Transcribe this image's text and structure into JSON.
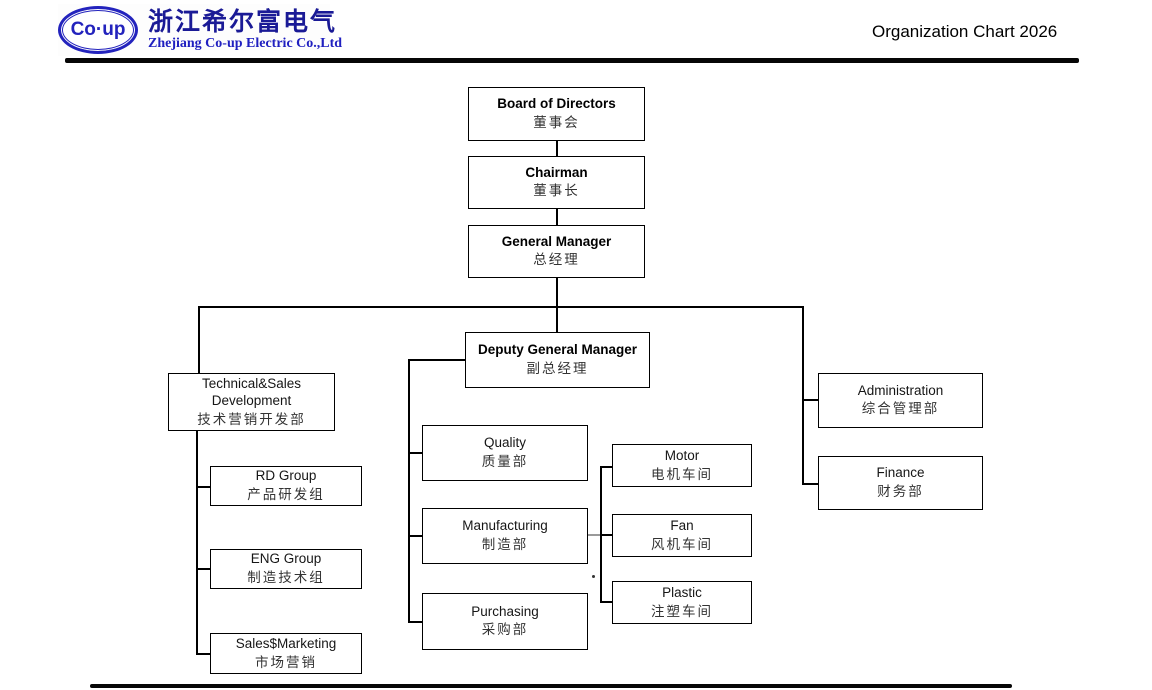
{
  "header": {
    "logo": {
      "mark_text": "Co·up",
      "company_cn": "浙江希尔富电气",
      "company_en": "Zhejiang Co-up Electric Co.,Ltd"
    },
    "title": "Organization Chart 2026"
  },
  "colors": {
    "logo_blue": "#2323bd",
    "logo_navy": "#1a1a96",
    "line_black": "#000000",
    "chinese_text": "#333333"
  },
  "chart": {
    "type": "org-chart",
    "nodes": [
      {
        "id": "board",
        "en": "Board of Directors",
        "cn": "董事会"
      },
      {
        "id": "chairman",
        "en": "Chairman",
        "cn": "董事长"
      },
      {
        "id": "general-manager",
        "en": "General Manager",
        "cn": "总经理"
      },
      {
        "id": "deputy-gm",
        "en": "Deputy General Manager",
        "cn": "副总经理"
      },
      {
        "id": "tech-sales-dev",
        "en": "Technical&Sales Development",
        "cn": "技术营销开发部"
      },
      {
        "id": "rd-group",
        "en": "RD Group",
        "cn": "产品研发组"
      },
      {
        "id": "eng-group",
        "en": "ENG Group",
        "cn": "制造技术组"
      },
      {
        "id": "sales-marketing",
        "en": "Sales$Marketing",
        "cn": "市场营销"
      },
      {
        "id": "quality",
        "en": "Quality",
        "cn": "质量部"
      },
      {
        "id": "manufacturing",
        "en": "Manufacturing",
        "cn": "制造部"
      },
      {
        "id": "purchasing",
        "en": "Purchasing",
        "cn": "采购部"
      },
      {
        "id": "motor",
        "en": "Motor",
        "cn": "电机车间"
      },
      {
        "id": "fan",
        "en": "Fan",
        "cn": "风机车间"
      },
      {
        "id": "plastic",
        "en": "Plastic",
        "cn": "注塑车间"
      },
      {
        "id": "administration",
        "en": "Administration",
        "cn": "综合管理部"
      },
      {
        "id": "finance",
        "en": "Finance",
        "cn": "财务部"
      }
    ]
  }
}
